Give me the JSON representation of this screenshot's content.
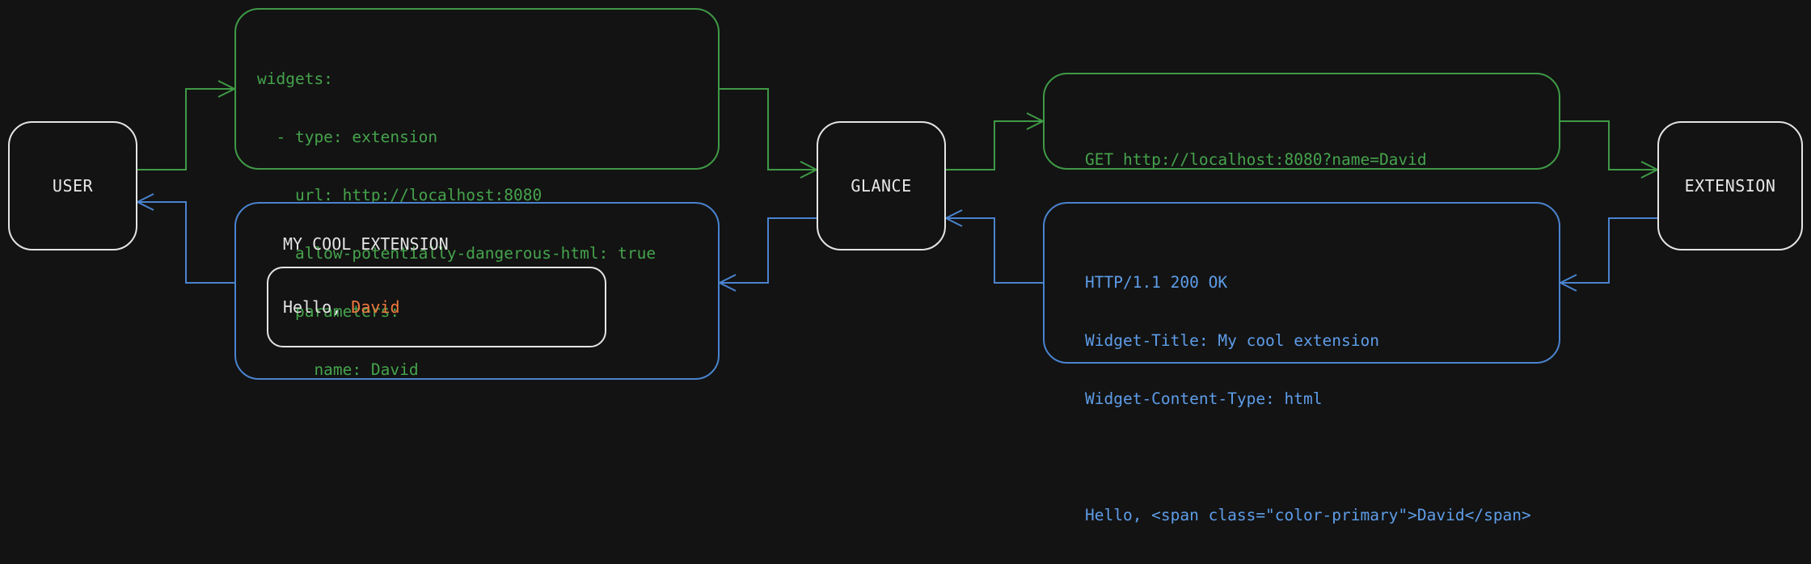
{
  "nodes": {
    "user": "USER",
    "glance": "GLANCE",
    "extension": "EXTENSION"
  },
  "config_code": [
    "widgets:",
    "  - type: extension",
    "    url: http://localhost:8080",
    "    allow-potentially-dangerous-html: true",
    "    parameters:",
    "      name: David"
  ],
  "request_line": "GET http://localhost:8080?name=David",
  "response_code": [
    "HTTP/1.1 200 OK",
    "Widget-Title: My cool extension",
    "Widget-Content-Type: html",
    "",
    "Hello, <span class=\"color-primary\">David</span>"
  ],
  "widget_preview": {
    "title": "MY COOL EXTENSION",
    "greeting": "Hello, ",
    "name": "David"
  },
  "colors": {
    "background": "#131313",
    "request_green": "#45a34c",
    "response_blue": "#5e9de8",
    "node_border": "#e4e4e4",
    "primary_accent": "#f0783e"
  }
}
